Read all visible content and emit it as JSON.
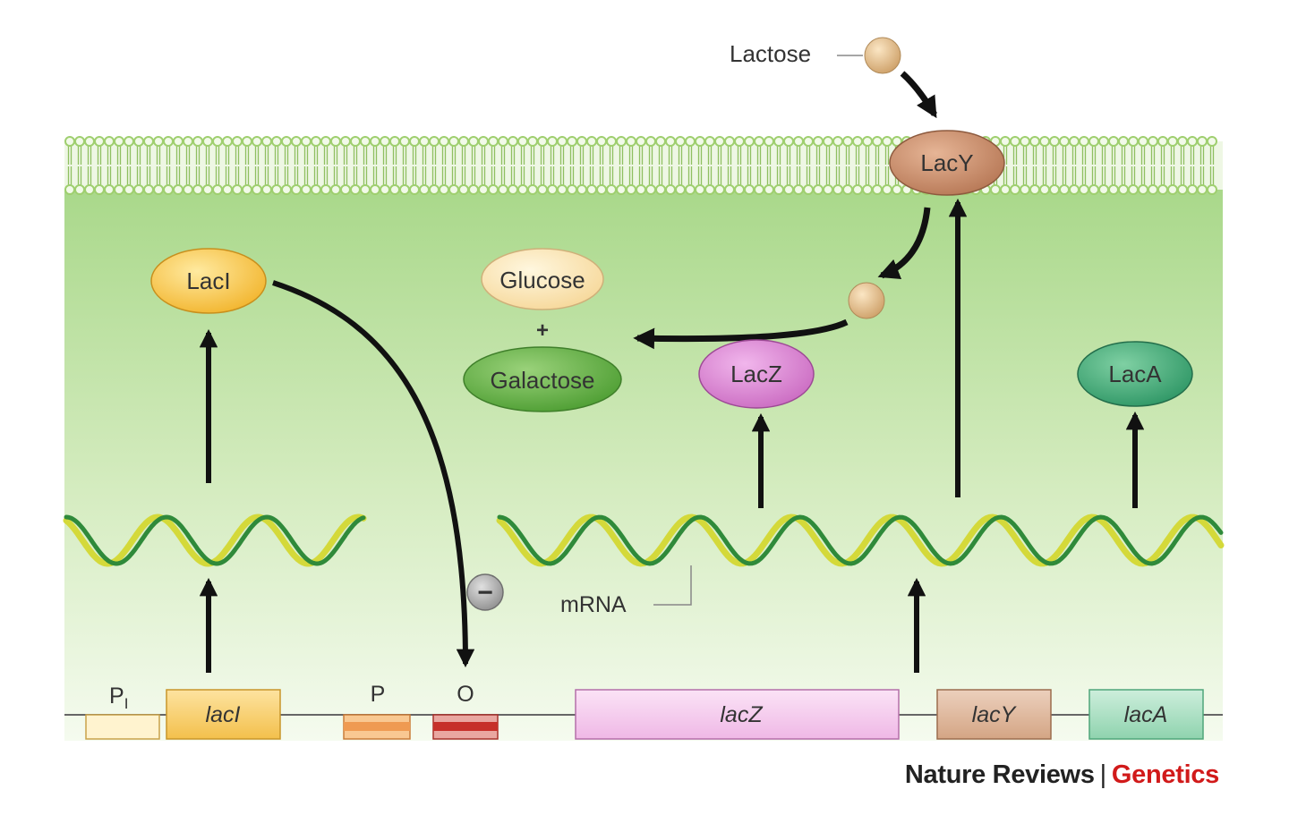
{
  "labels": {
    "lactose": "Lactose",
    "mrna": "mRNA",
    "plus": "+",
    "minus": "−"
  },
  "proteins": {
    "lacy": "LacY",
    "laci": "LacI",
    "glucose": "Glucose",
    "galactose": "Galactose",
    "lacz": "LacZ",
    "laca": "LacA"
  },
  "genes": {
    "pi_main": "P",
    "pi_sub": "I",
    "laci": "lacI",
    "p": "P",
    "o": "O",
    "lacz": "lacZ",
    "lacy": "lacY",
    "laca": "lacA"
  },
  "footer": {
    "brand": "Nature Reviews",
    "separator": "|",
    "journal": "Genetics"
  },
  "colors": {
    "membrane": "#9fcf6f",
    "cytoplasm_top": "#a9d88a",
    "cytoplasm_bottom": "#f4faee",
    "laci": "#f7c64a",
    "lacy": "#c78e6c",
    "lacz": "#d77fcf",
    "laca": "#45a97a",
    "glucose": "#fbe7b8",
    "galactose": "#69b24b",
    "journal_red": "#d11a1a"
  }
}
